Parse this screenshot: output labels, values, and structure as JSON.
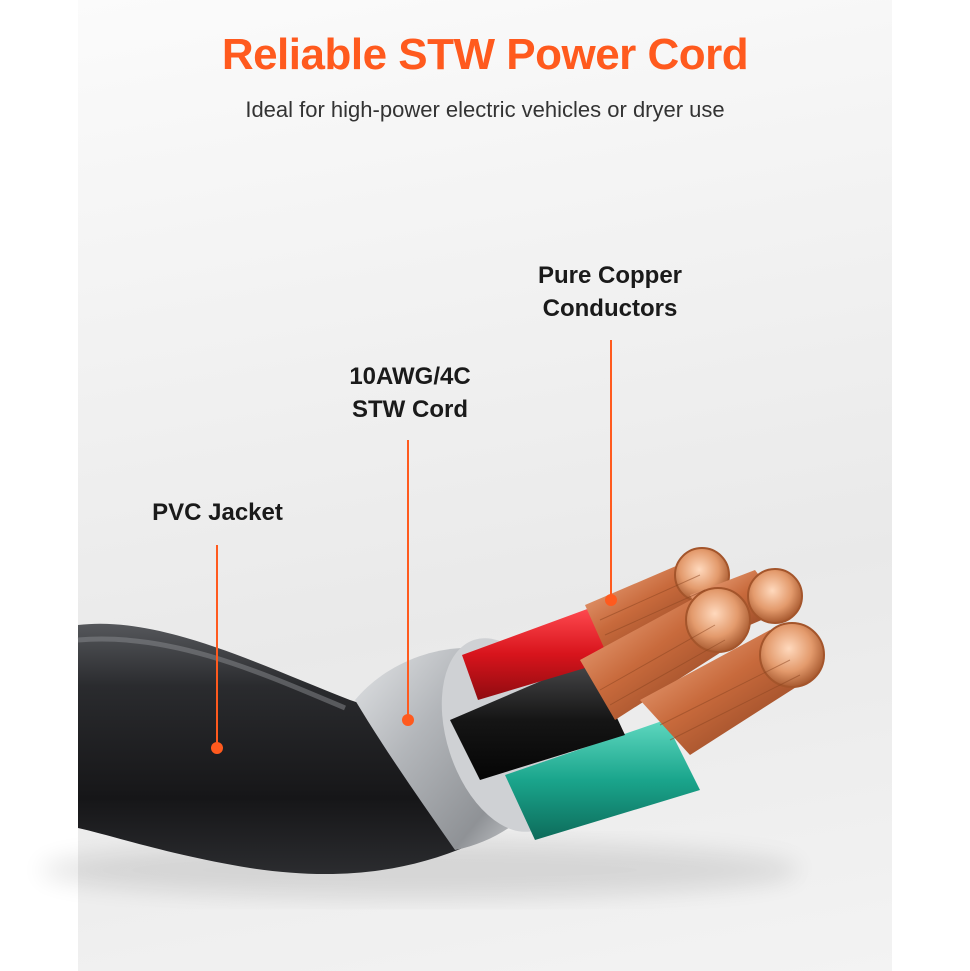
{
  "header": {
    "title": "Reliable STW Power Cord",
    "subtitle": "Ideal for high-power electric vehicles or dryer use"
  },
  "callouts": {
    "jacket": "PVC Jacket",
    "cord_line1": "10AWG/4C",
    "cord_line2": "STW Cord",
    "copper_line1": "Pure Copper",
    "copper_line2": "Conductors"
  },
  "colors": {
    "accent": "#ff5a1e",
    "jacket": "#1c1c1e",
    "shield": "#b9bcc0",
    "wire_red": "#d8141c",
    "wire_black": "#151515",
    "wire_green": "#1aa58c",
    "copper": "#c86a3c"
  }
}
